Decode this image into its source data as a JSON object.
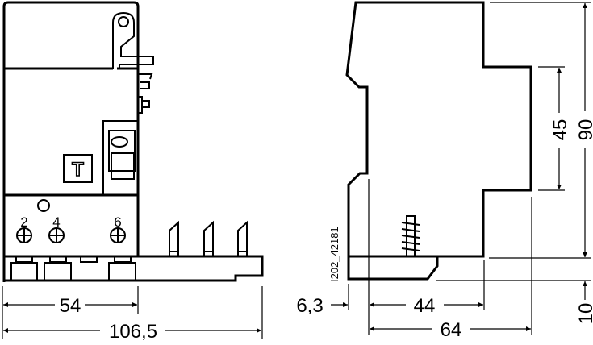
{
  "front_view": {
    "terminals": [
      "2",
      "4",
      "6"
    ],
    "test_button_label": "T",
    "dimensions": {
      "width_module": "54",
      "width_total": "106,5"
    }
  },
  "side_view": {
    "drawing_code": "I202_42181",
    "dimensions": {
      "din_offset": "6,3",
      "front_depth": "44",
      "total_depth": "64",
      "front_height": "45",
      "total_height": "90",
      "bottom_extension": "10"
    }
  },
  "colors": {
    "line": "#000000",
    "background": "#ffffff"
  }
}
